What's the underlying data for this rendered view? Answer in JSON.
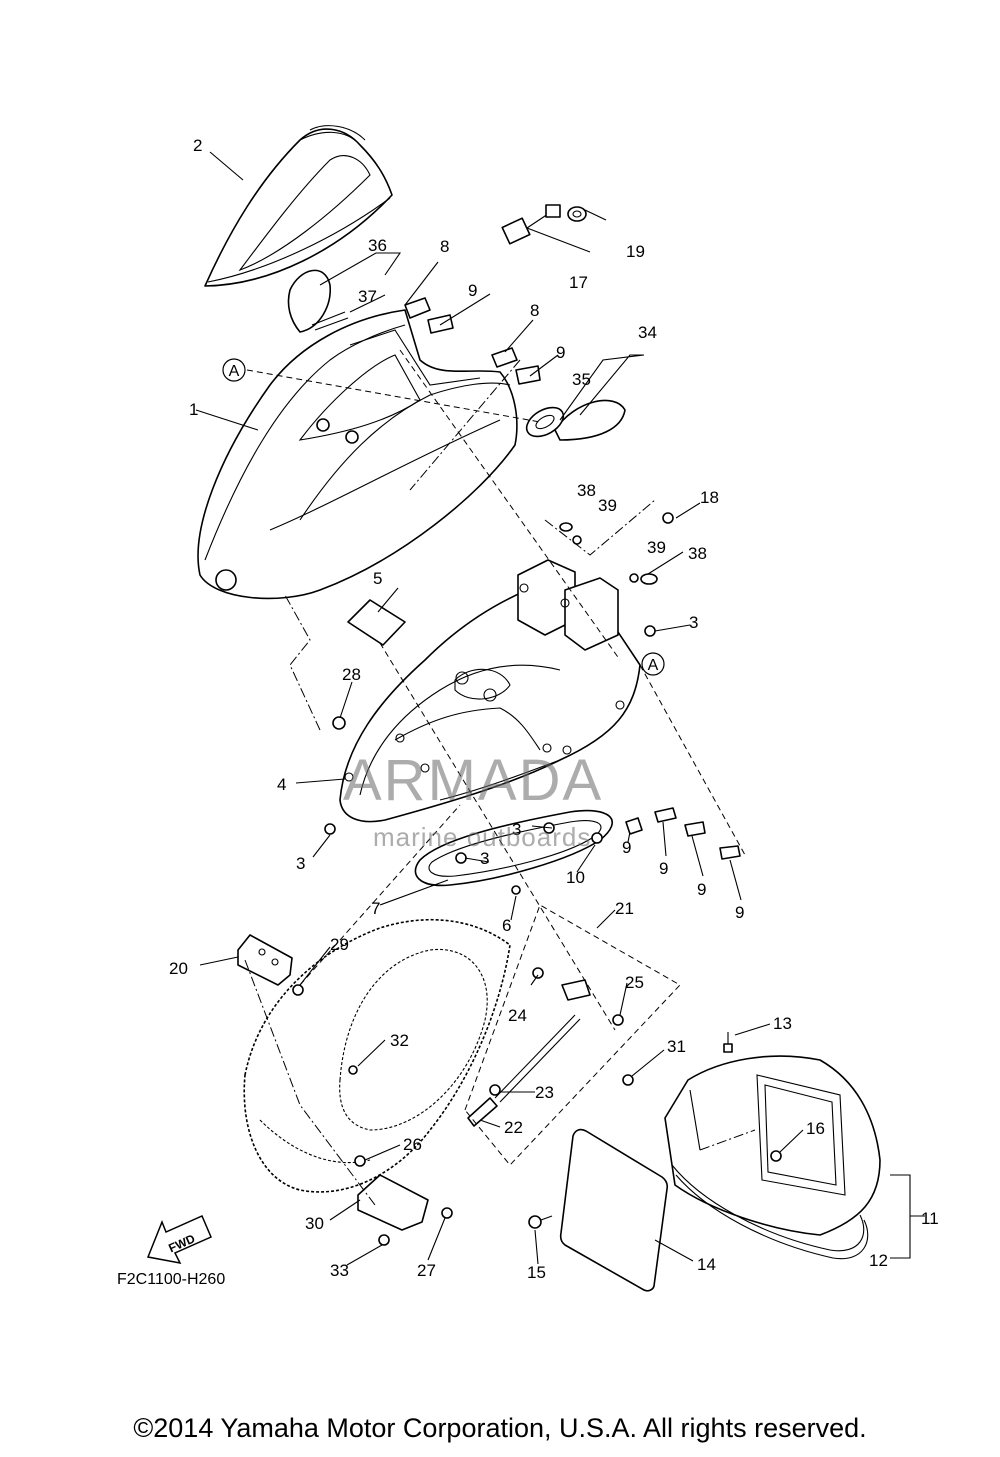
{
  "callouts": [
    "1",
    "2",
    "3",
    "4",
    "5",
    "6",
    "7",
    "8",
    "9",
    "10",
    "11",
    "12",
    "13",
    "14",
    "15",
    "16",
    "17",
    "18",
    "19",
    "20",
    "21",
    "22",
    "23",
    "24",
    "25",
    "26",
    "27",
    "28",
    "29",
    "30",
    "31",
    "32",
    "33",
    "34",
    "35",
    "36",
    "37",
    "38",
    "39"
  ],
  "reference_marks": {
    "a_top": "A",
    "a_mid": "A"
  },
  "fwd_label": "FWD",
  "figure_code": "F2C1100-H260",
  "watermark": {
    "name": "ARMADA",
    "tagline": "marine outboards",
    "accent_color": "#e8a9cf"
  },
  "copyright": "©2014 Yamaha Motor Corporation, U.S.A. All rights reserved."
}
